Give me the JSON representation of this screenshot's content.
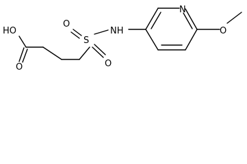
{
  "structure": {
    "atoms": {
      "hydroxyl": "HO",
      "carbonyl_oxygen": "O",
      "sulfonyl_oxygen_left": "O",
      "sulfur": "S",
      "sulfonyl_oxygen_bottom": "O",
      "amine": "NH",
      "pyridine_nitrogen": "N",
      "methoxy_oxygen": "O"
    }
  }
}
